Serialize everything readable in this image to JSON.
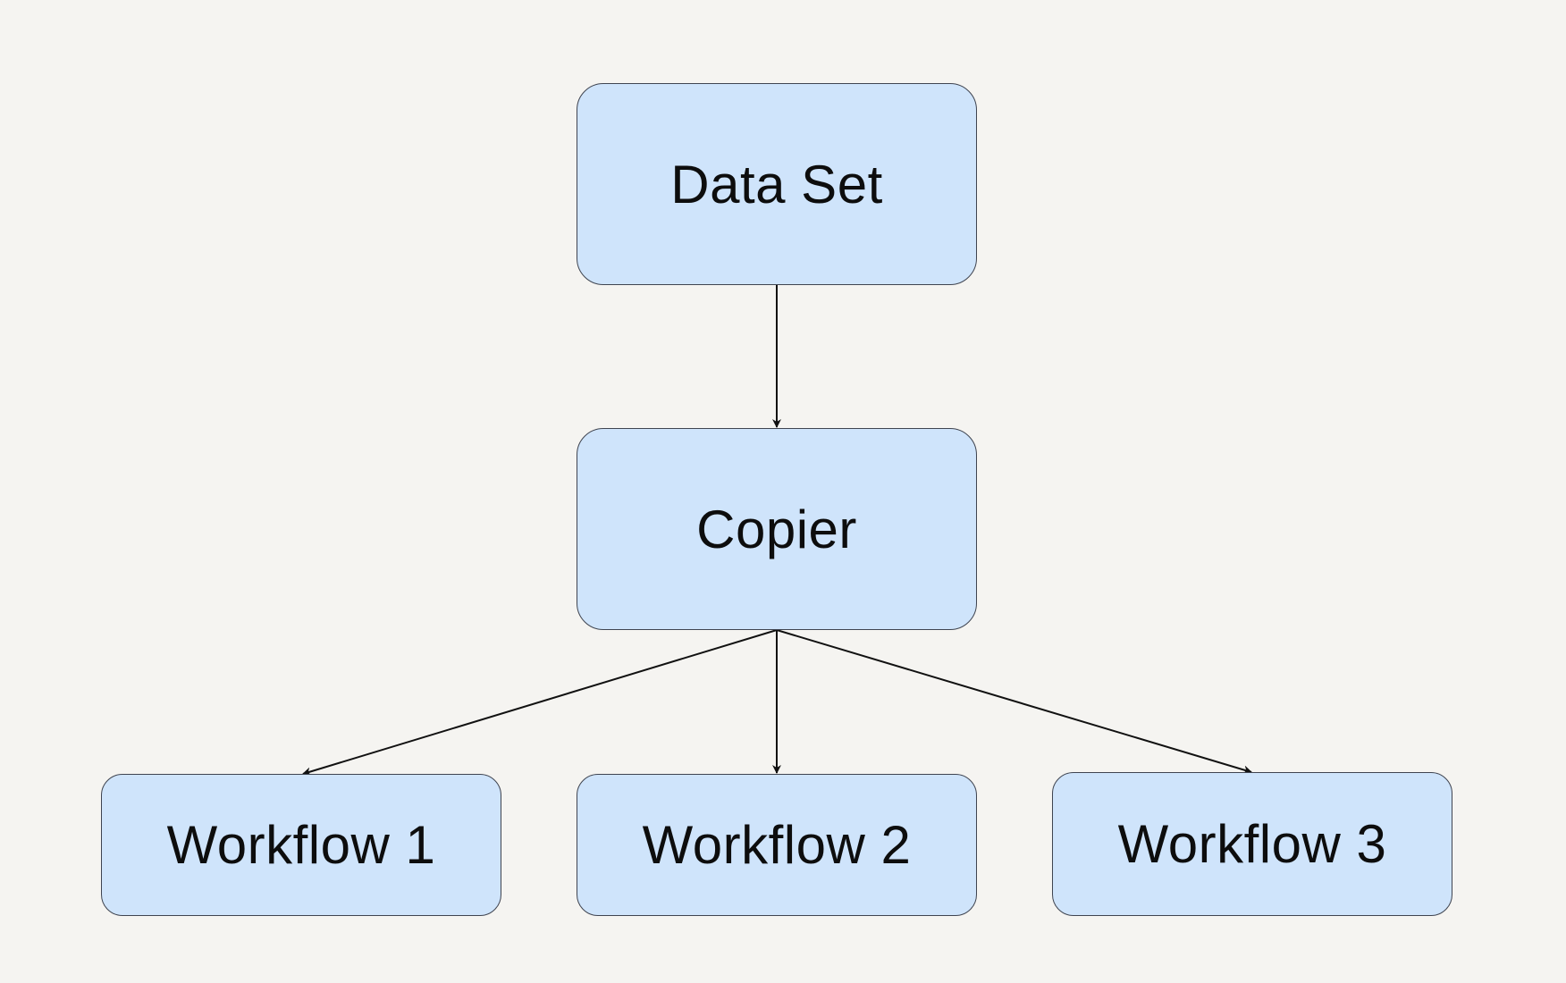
{
  "diagram": {
    "nodes": {
      "dataset": {
        "label": "Data Set"
      },
      "copier": {
        "label": "Copier"
      },
      "workflow1": {
        "label": "Workflow 1"
      },
      "workflow2": {
        "label": "Workflow 2"
      },
      "workflow3": {
        "label": "Workflow 3"
      }
    },
    "edges": [
      {
        "from": "Data Set",
        "to": "Copier"
      },
      {
        "from": "Copier",
        "to": "Workflow 1"
      },
      {
        "from": "Copier",
        "to": "Workflow 2"
      },
      {
        "from": "Copier",
        "to": "Workflow 3"
      }
    ],
    "colors": {
      "background": "#f5f4f1",
      "node_fill": "#cfe4fb",
      "node_border": "#3f4450",
      "edge": "#111111",
      "text": "#0d0d0d"
    }
  }
}
